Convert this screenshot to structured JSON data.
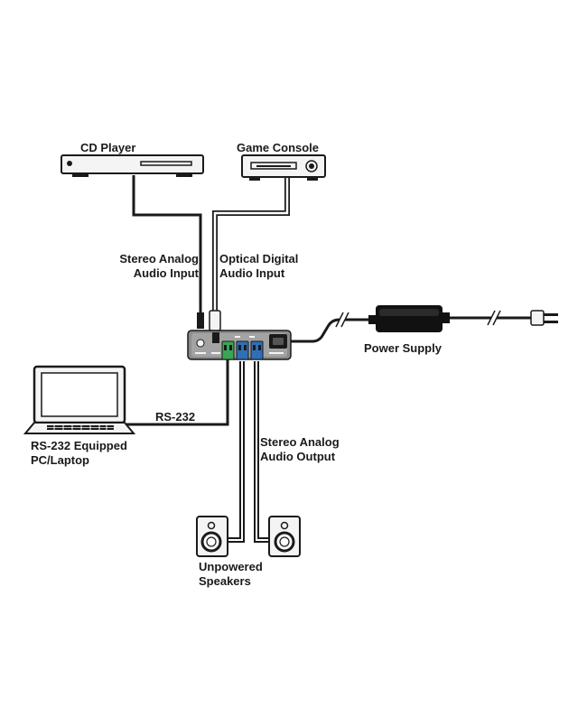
{
  "devices": {
    "cd_player": {
      "label": "CD Player"
    },
    "game_console": {
      "label": "Game Console"
    },
    "power_supply": {
      "label": "Power Supply"
    },
    "laptop": {
      "label_line1": "RS-232 Equipped",
      "label_line2": "PC/Laptop"
    },
    "speakers": {
      "label_line1": "Unpowered",
      "label_line2": "Speakers"
    }
  },
  "connections": {
    "stereo_analog_in": {
      "line1": "Stereo Analog",
      "line2": "Audio Input"
    },
    "optical_digital_in": {
      "line1": "Optical Digital",
      "line2": "Audio Input"
    },
    "rs232": {
      "label": "RS-232"
    },
    "stereo_analog_out": {
      "line1": "Stereo Analog",
      "line2": "Audio Output"
    }
  },
  "colors": {
    "cable_dark": "#1a1a1a",
    "cable_optical": "#ffffff",
    "device_body": "#f4f4f4",
    "unit_body": "#8c8c8c",
    "terminal_green": "#3aa655",
    "terminal_blue": "#2f6fb8"
  }
}
